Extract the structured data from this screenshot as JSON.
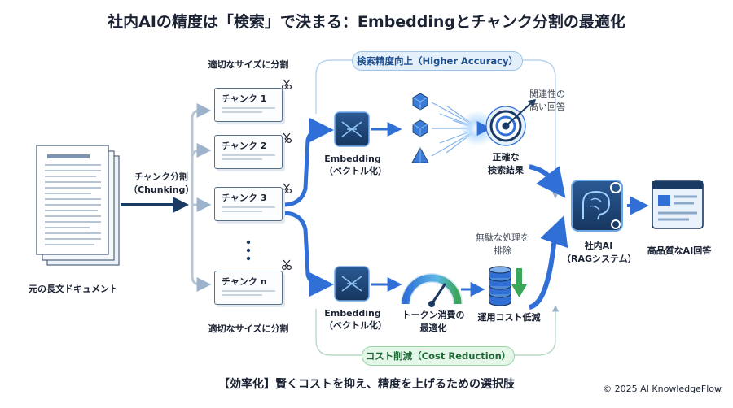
{
  "title": "社内AIの精度は「検索」で決まる：Embeddingとチャンク分割の最適化",
  "footer": "【効率化】賢くコストを抑え、精度を上げるための選択肢",
  "copyright": "© 2025 AI KnowledgeFlow",
  "top_path_label": "検索精度向上（Higher Accuracy）",
  "bottom_path_label": "コスト削減（Cost Reduction）",
  "source_document": "元の長文ドキュメント",
  "chunking_label": [
    "チャンク分割",
    "（Chunking）"
  ],
  "split_label_top": "適切なサイズに分割",
  "split_label_bottom": "適切なサイズに分割",
  "chunks": [
    "チャンク 1",
    "チャンク 2",
    "チャンク 3",
    "チャンク n"
  ],
  "embedding_top": [
    "Embedding",
    "（ベクトル化）"
  ],
  "embedding_bottom": [
    "Embedding",
    "（ベクトル化）"
  ],
  "relevance_note": [
    "関連性の",
    "高い回答"
  ],
  "accurate_result": [
    "正確な",
    "検索結果"
  ],
  "waste_note": [
    "無駄な処理を",
    "排除"
  ],
  "token_opt": [
    "トークン消費の",
    "最適化"
  ],
  "cost_low": "運用コスト低減",
  "rag_system": [
    "社内AI",
    "（RAGシステム）"
  ],
  "answer_label": "高品質なAI回答",
  "colors": {
    "flow_blue": "#2f6fd6",
    "dark_navy": "#1b3a63",
    "accent_green": "#3aa657",
    "pale_blue": "#e3f0fb"
  },
  "icons": [
    "document-stack-icon",
    "scissors-icon",
    "embedding-chip-icon",
    "cube-icon",
    "pyramid-icon",
    "target-icon",
    "brain-chip-icon",
    "answer-screen-icon",
    "gauge-icon",
    "coin-stack-icon",
    "down-arrow-icon"
  ]
}
